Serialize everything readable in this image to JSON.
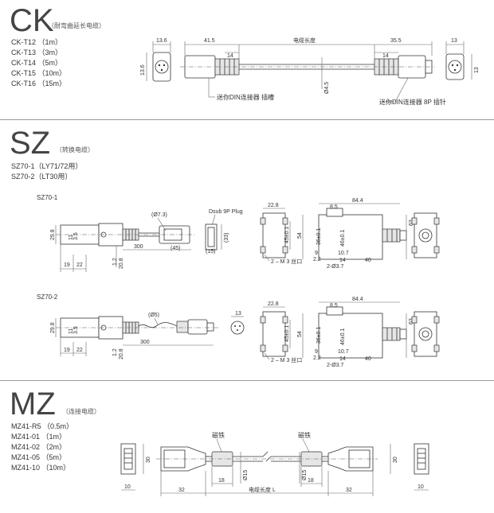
{
  "ck": {
    "code": "CK",
    "subtitle": "（耐弯曲延长电缆）",
    "models": [
      "CK-T12 （1m）",
      "CK-T13 （3m）",
      "CK-T14 （5m）",
      "CK-T15 （10m）",
      "CK-T16 （15m）"
    ],
    "dims": {
      "d13_6_top": "13.6",
      "d13_6_side": "13.6",
      "d41_5": "41.5",
      "cable_len": "电缆长度",
      "d35_5": "35.5",
      "d13_top": "13",
      "d13_side": "13",
      "d14_left": "14",
      "d14_right": "14",
      "d4_5": "Ø4.5"
    },
    "callouts": {
      "socket": "迷你DIN连接器  插槽",
      "pin": "迷你DIN连接器 8P  插针"
    }
  },
  "sz": {
    "code": "SZ",
    "subtitle": "（转换电缆）",
    "models": [
      "SZ70-1（LY71/72用）",
      "SZ70-2（LT30用）"
    ],
    "sz701": {
      "label": "SZ70-1",
      "dims": {
        "d29_8": "29.8",
        "d19": "19",
        "d22": "22",
        "d300": "300",
        "d7_3": "(Ø7.3)",
        "d45": "(45)",
        "d15": "(15)",
        "d33": "(33)",
        "dsub": "Dsub 9P Plug",
        "d1_2": "1.2",
        "d20_8": "20.8",
        "d11": "11",
        "d3_5": "3.5",
        "d22_8": "22.8",
        "d45pm": "45±0.1",
        "d54": "54",
        "d36": "36±0.1",
        "d9": "9",
        "d2_2": "2.2",
        "d46": "46±0.1",
        "d10_7": "10.7",
        "d8_5": "8.5",
        "d84_4": "84.4",
        "d63": "63",
        "d40": "40",
        "d3_7": "2-Ø3.7",
        "m3": "2 – M 3 丝口",
        "d14": "14"
      }
    },
    "sz702": {
      "label": "SZ70-2",
      "dims": {
        "d29_8": "29.8",
        "d19": "19",
        "d22": "22",
        "d300": "300",
        "d5": "(Ø5)",
        "d13": "13",
        "d1_2": "1.2",
        "d20_8": "20.8",
        "d11": "11",
        "d3_5": "3.5",
        "d22_8": "22.8",
        "d45pm": "45±0.1",
        "d54": "54",
        "d36": "36±0.1",
        "d9": "9",
        "d2_2": "2.2",
        "d46": "46±0.1",
        "d10_7": "10.7",
        "d8_5": "8.5",
        "d84_4": "84.4",
        "d63": "63",
        "d40": "40",
        "d3_7": "2-Ø3.7",
        "m3": "2 – M 3 丝口",
        "d14": "14"
      }
    }
  },
  "mz": {
    "code": "MZ",
    "subtitle": "（连接电缆）",
    "models": [
      "MZ41-R5 （0.5m）",
      "MZ41-01 （1m）",
      "MZ41-02 （2m）",
      "MZ41-05 （5m）",
      "MZ41-10 （10m）"
    ],
    "dims": {
      "ferrite_l": "磁铁",
      "ferrite_r": "磁铁",
      "d30_l": "30",
      "d30_r": "30",
      "d10_l": "10",
      "d10_r": "10",
      "d32_l": "32",
      "d32_r": "32",
      "d18_l": "18",
      "d18_r": "18",
      "d15_l": "Ø15",
      "d15_r": "Ø15",
      "cable_len": "电缆长度  L"
    }
  }
}
